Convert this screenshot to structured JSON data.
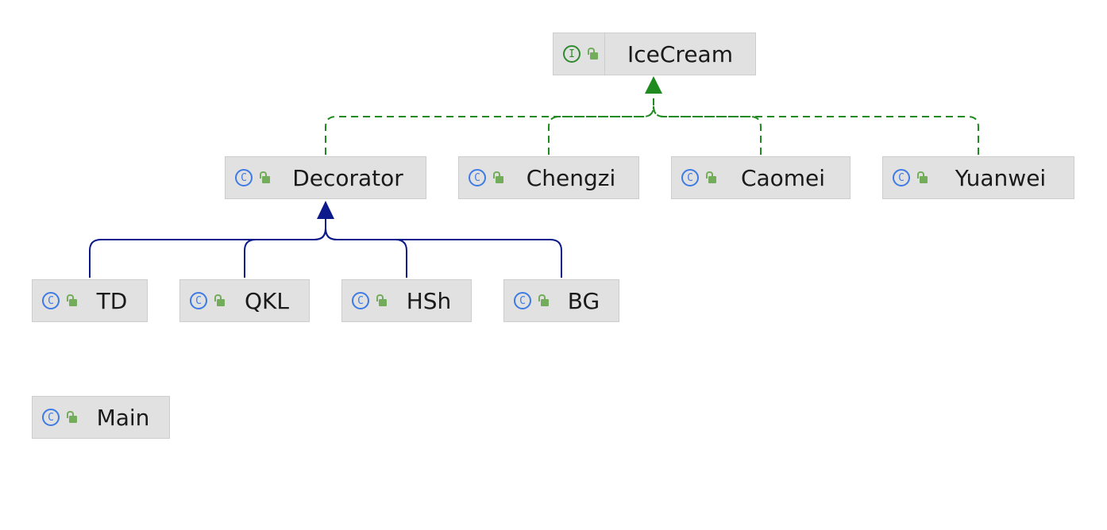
{
  "diagram": {
    "nodes": {
      "icecream": {
        "label": "IceCream",
        "kind": "interface",
        "badge": "I"
      },
      "decorator": {
        "label": "Decorator",
        "kind": "class",
        "badge": "C"
      },
      "chengzi": {
        "label": "Chengzi",
        "kind": "class",
        "badge": "C"
      },
      "caomei": {
        "label": "Caomei",
        "kind": "class",
        "badge": "C"
      },
      "yuanwei": {
        "label": "Yuanwei",
        "kind": "class",
        "badge": "C"
      },
      "td": {
        "label": "TD",
        "kind": "class",
        "badge": "C"
      },
      "qkl": {
        "label": "QKL",
        "kind": "class",
        "badge": "C"
      },
      "hsh": {
        "label": "HSh",
        "kind": "class",
        "badge": "C"
      },
      "bg": {
        "label": "BG",
        "kind": "class",
        "badge": "C"
      },
      "main": {
        "label": "Main",
        "kind": "class",
        "badge": "C"
      }
    },
    "edges": [
      {
        "from": "decorator",
        "to": "icecream",
        "type": "implements"
      },
      {
        "from": "chengzi",
        "to": "icecream",
        "type": "implements"
      },
      {
        "from": "caomei",
        "to": "icecream",
        "type": "implements"
      },
      {
        "from": "yuanwei",
        "to": "icecream",
        "type": "implements"
      },
      {
        "from": "td",
        "to": "decorator",
        "type": "extends"
      },
      {
        "from": "qkl",
        "to": "decorator",
        "type": "extends"
      },
      {
        "from": "hsh",
        "to": "decorator",
        "type": "extends"
      },
      {
        "from": "bg",
        "to": "decorator",
        "type": "extends"
      }
    ],
    "colors": {
      "implements": "#1f8a1f",
      "extends": "#0d1a8c",
      "class_badge": "#3f7be5",
      "interface_badge": "#2e8b2e",
      "visibility_lock": "#73ad5c",
      "node_fill": "#e1e1e1"
    },
    "icons": {
      "class": "class-c-icon",
      "interface": "interface-i-icon",
      "visibility": "public-lock-icon"
    }
  }
}
